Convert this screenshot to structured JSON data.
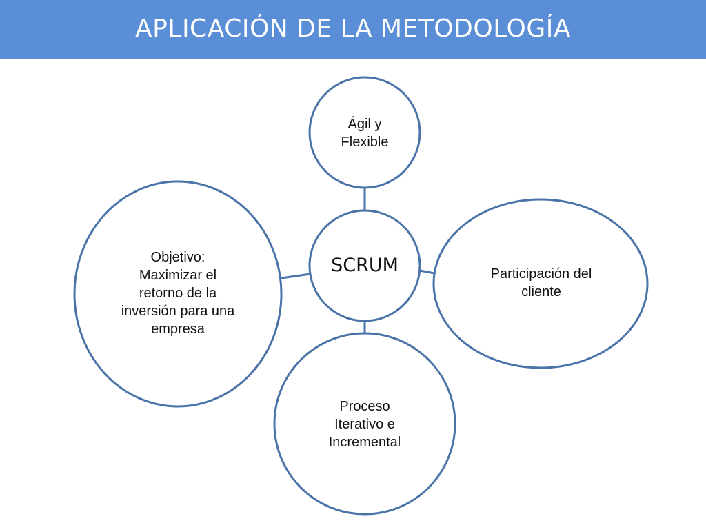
{
  "slide": {
    "title": "APLICACIÓN DE LA METODOLOGÍA"
  },
  "diagram": {
    "center": {
      "label": "SCRUM"
    },
    "nodes": {
      "top": {
        "label": "Ágil y Flexible"
      },
      "right": {
        "label": "Participación del cliente"
      },
      "bottom": {
        "label": "Proceso Iterativo e Incremental"
      },
      "left": {
        "label": "Objetivo: Maximizar el retorno de la inversión para una empresa"
      }
    }
  },
  "colors": {
    "title_bar": "#5a8ed6",
    "circle_stroke": "#4a73a8",
    "text": "#111111"
  }
}
